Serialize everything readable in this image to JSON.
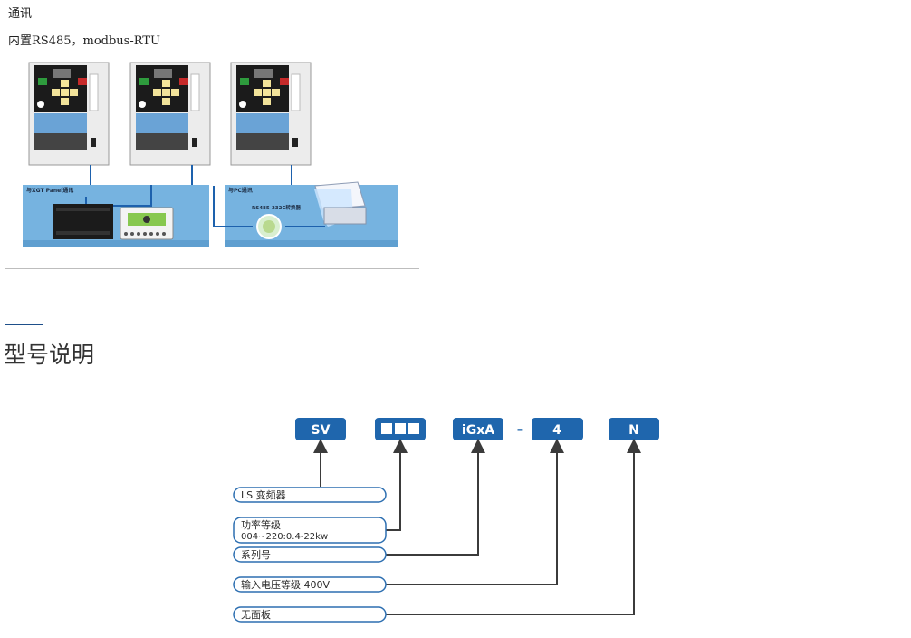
{
  "communication": {
    "title": "通讯",
    "description": "内置RS485，modbus-RTU",
    "figure": {
      "left_panel_label": "与XGT Panel通讯",
      "right_panel_label": "与PC通讯",
      "converter_label": "RS485-232C转换器"
    }
  },
  "model_section": {
    "title": "型号说明",
    "code_boxes": [
      "SV",
      "",
      "iGxA",
      "4",
      "N"
    ],
    "separator": "-",
    "labels": [
      "LS 变频器",
      "功率等级",
      "004~220:0.4-22kw",
      "系列号",
      "输入电压等级  400V",
      "无面板"
    ]
  },
  "colors": {
    "accent": "#1e4f8a",
    "box_blue": "#1f66ad",
    "panel_blue": "#76b3e0"
  }
}
